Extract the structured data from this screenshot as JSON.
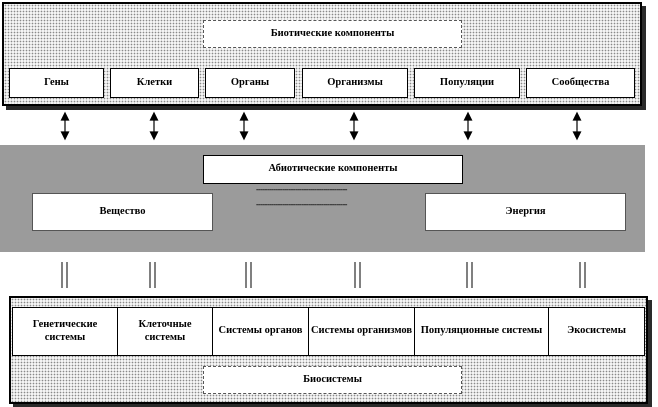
{
  "biotic": {
    "title": "Биотические компоненты",
    "items": [
      "Гены",
      "Клетки",
      "Органы",
      "Организмы",
      "Популяции",
      "Сообщества"
    ]
  },
  "abiotic": {
    "title": "Абиотические компоненты",
    "matter": "Вещество",
    "energy": "Энергия",
    "dash_line": "------------------------------------------"
  },
  "systems": {
    "cells": [
      "Генетические системы",
      "Клеточные системы",
      "Системы органов",
      "Системы организмов",
      "Популяционные системы",
      "Экосистемы"
    ],
    "title": "Биосистемы"
  }
}
